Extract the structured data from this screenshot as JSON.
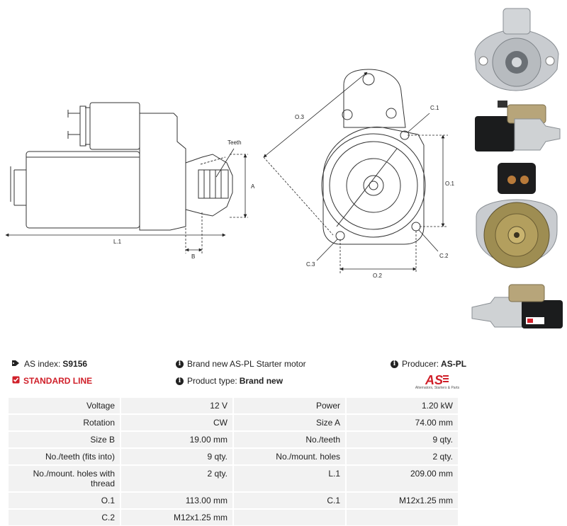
{
  "diagram_labels": {
    "teeth": "Teeth",
    "a": "A",
    "b": "B",
    "l1": "L.1",
    "o1": "O.1",
    "o2": "O.2",
    "o3": "O.3",
    "c1": "C.1",
    "c2": "C.2",
    "c3": "C.3"
  },
  "info": {
    "as_index_label": "AS index:",
    "as_index_value": "S9156",
    "brand_text": "Brand new AS-PL Starter motor",
    "producer_label": "Producer:",
    "producer_value": "AS-PL",
    "line_text": "STANDARD LINE",
    "product_type_label": "Product type:",
    "product_type_value": "Brand new"
  },
  "logo": {
    "mark": "AS",
    "tagline": "Alternators, Starters & Parts"
  },
  "specs": [
    {
      "label1": "Voltage",
      "value1": "12 V",
      "label2": "Power",
      "value2": "1.20 kW"
    },
    {
      "label1": "Rotation",
      "value1": "CW",
      "label2": "Size A",
      "value2": "74.00 mm"
    },
    {
      "label1": "Size B",
      "value1": "19.00 mm",
      "label2": "No./teeth",
      "value2": "9 qty."
    },
    {
      "label1": "No./teeth (fits into)",
      "value1": "9 qty.",
      "label2": "No./mount. holes",
      "value2": "2 qty."
    },
    {
      "label1": "No./mount. holes with thread",
      "value1": "2 qty.",
      "label2": "L.1",
      "value2": "209.00 mm"
    },
    {
      "label1": "O.1",
      "value1": "113.00 mm",
      "label2": "C.1",
      "value2": "M12x1.25 mm"
    },
    {
      "label1": "C.2",
      "value1": "M12x1.25 mm",
      "label2": "",
      "value2": ""
    }
  ]
}
